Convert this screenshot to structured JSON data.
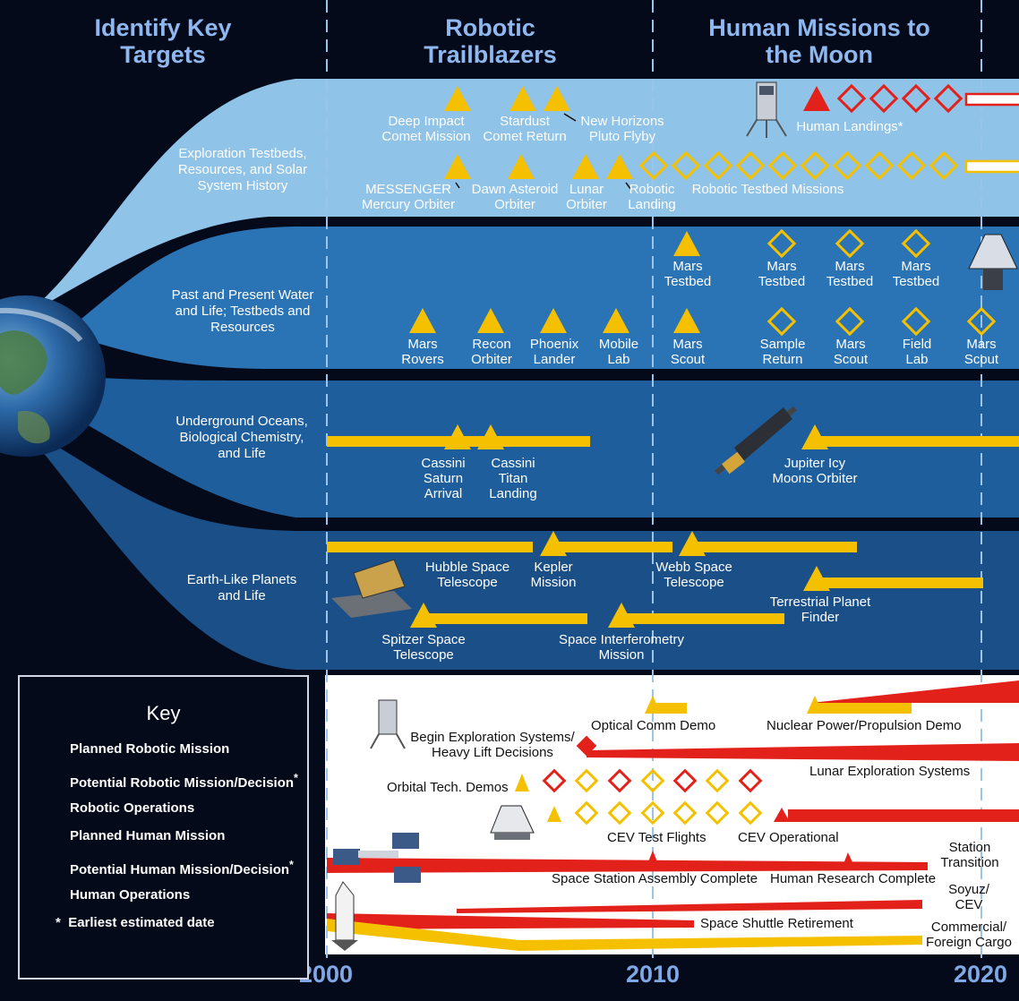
{
  "headers": [
    "Identify Key Targets",
    "Robotic Trailblazers",
    "Human Missions to the Moon"
  ],
  "years": [
    "2000",
    "2010",
    "2020"
  ],
  "bands": [
    "Exploration Testbeds, Resources, and Solar System History",
    "Past and Present Water and Life; Testbeds and Resources",
    "Underground Oceans, Biological Chemistry, and Life",
    "Earth-Like Planets and Life"
  ],
  "band1": {
    "deep_impact": "Deep Impact Comet Mission",
    "stardust": "Stardust Comet Return",
    "new_horizons": "New Horizons Pluto Flyby",
    "human_landings": "Human Landings*",
    "messenger": "MESSENGER Mercury Orbiter",
    "dawn": "Dawn Asteroid Orbiter",
    "lunar_orbiter": "Lunar Orbiter",
    "robotic_landing": "Robotic Landing",
    "robotic_testbed": "Robotic Testbed Missions"
  },
  "band2": {
    "mars_testbed": "Mars Testbed",
    "mars_rovers": "Mars Rovers",
    "recon_orbiter": "Recon Orbiter",
    "phoenix": "Phoenix Lander",
    "mobile_lab": "Mobile Lab",
    "mars_scout": "Mars Scout",
    "sample_return": "Sample Return",
    "field_lab": "Field Lab"
  },
  "band3": {
    "cassini_saturn": "Cassini Saturn Arrival",
    "cassini_titan": "Cassini Titan Landing",
    "jupiter": "Jupiter Icy Moons Orbiter"
  },
  "band4": {
    "hubble": "Hubble Space Telescope",
    "kepler": "Kepler Mission",
    "webb": "Webb Space Telescope",
    "tpf": "Terrestrial Planet Finder",
    "spitzer": "Spitzer Space Telescope",
    "sim": "Space Interferometry Mission"
  },
  "lower": {
    "optical_comm": "Optical Comm Demo",
    "nuclear": "Nuclear Power/Propulsion Demo",
    "begin_exploration": "Begin Exploration Systems/ Heavy Lift Decisions",
    "lunar_exploration": "Lunar Exploration Systems",
    "orbital_tech": "Orbital Tech. Demos",
    "cev_test": "CEV Test Flights",
    "cev_operational": "CEV Operational",
    "station_transition": "Station Transition",
    "ss_assembly": "Space Station Assembly Complete",
    "human_research": "Human Research Complete",
    "soyuz": "Soyuz/ CEV",
    "shuttle_retirement": "Space Shuttle Retirement",
    "commercial": "Commercial/ Foreign Cargo"
  },
  "key": {
    "title": "Key",
    "items": [
      "Planned Robotic Mission",
      "Potential Robotic Mission/Decision",
      "Robotic Operations",
      "Planned Human Mission",
      "Potential Human Mission/Decision",
      "Human Operations",
      "Earliest estimated date"
    ],
    "asterisk": "*"
  },
  "colors": {
    "robotic": "#f5c000",
    "human": "#e3211b",
    "band1": "#8fc3e8",
    "band2": "#2a73b5",
    "band3": "#1f5e9c",
    "band4": "#1a4f87",
    "header": "#8fb8f0"
  }
}
